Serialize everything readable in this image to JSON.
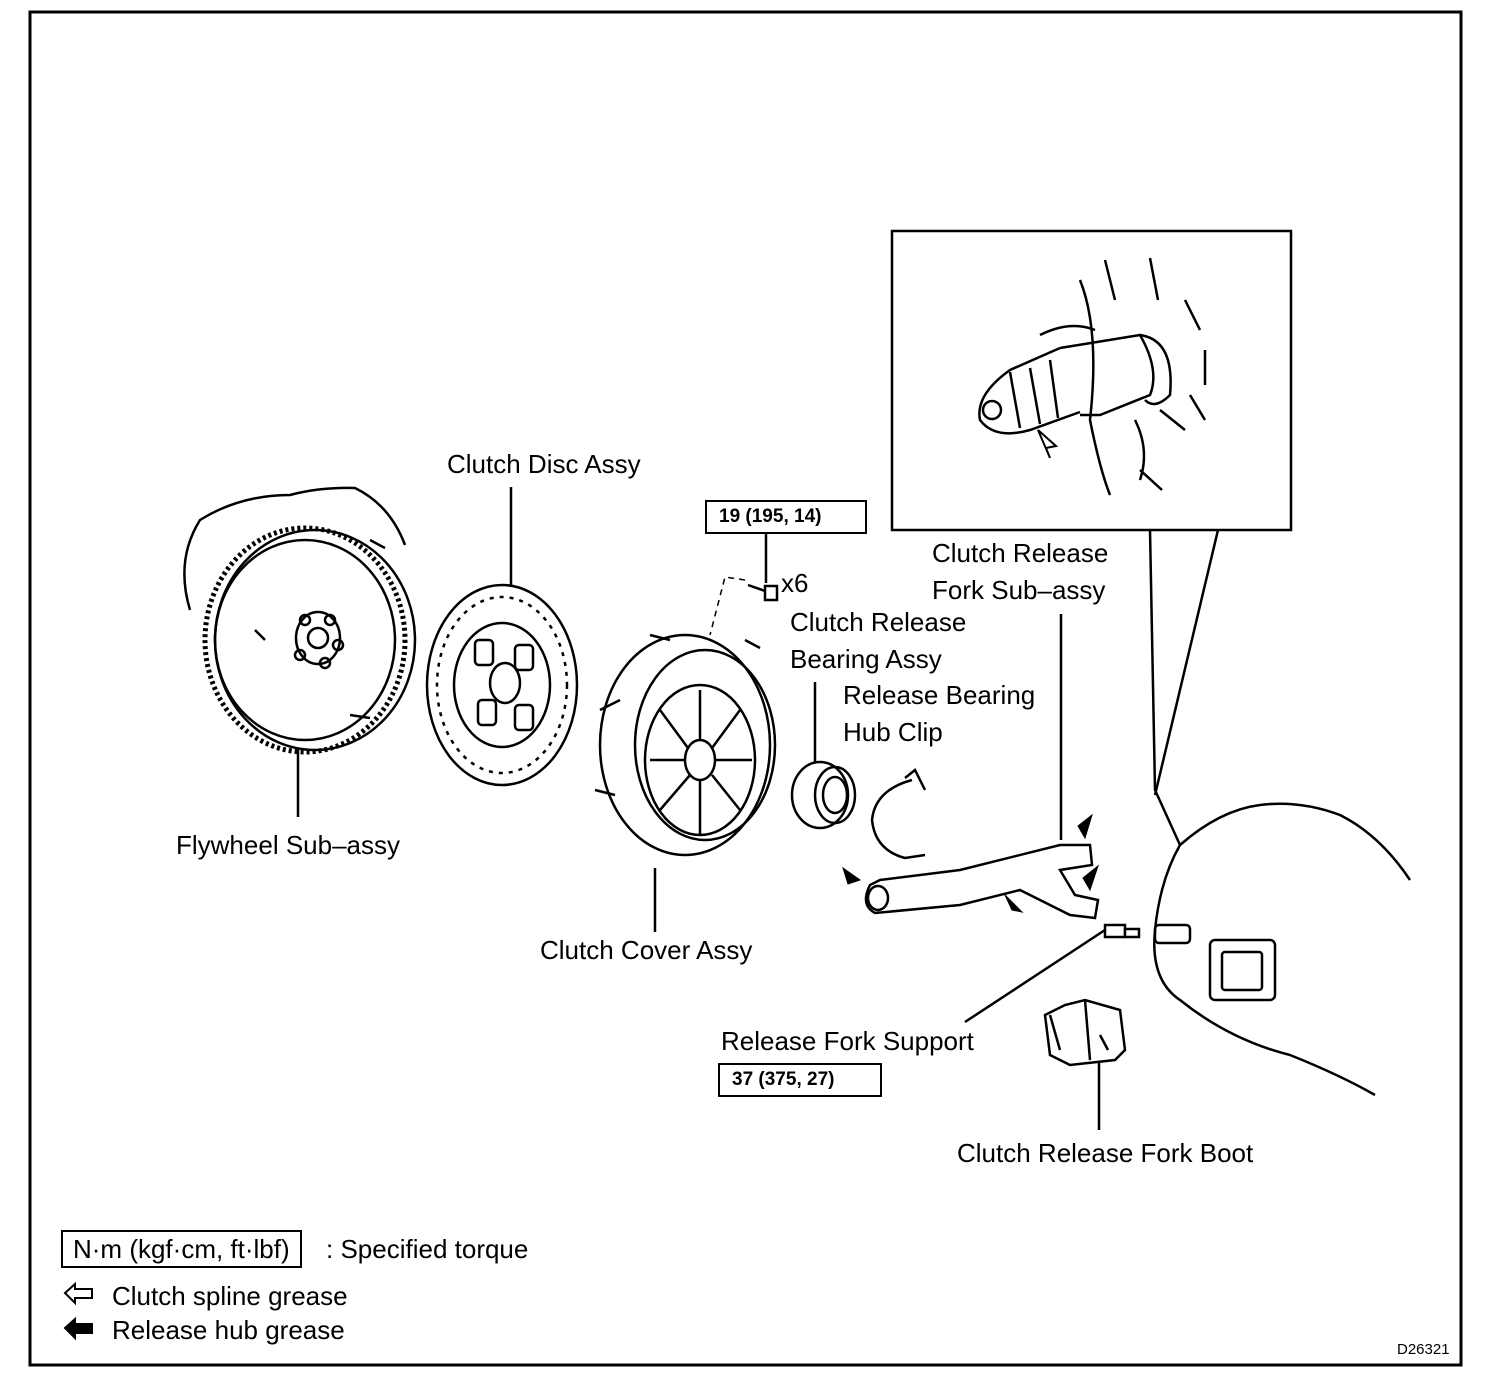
{
  "parts": {
    "clutch_disc": "Clutch Disc Assy",
    "flywheel": "Flywheel Sub–assy",
    "clutch_cover": "Clutch Cover Assy",
    "bolt_quantity": "x6",
    "fork_sub_assy_line1": "Clutch Release",
    "fork_sub_assy_line2": "Fork Sub–assy",
    "bearing_line1": "Clutch Release",
    "bearing_line2": "Bearing Assy",
    "hub_clip_line1": "Release Bearing",
    "hub_clip_line2": "Hub Clip",
    "fork_support": "Release Fork Support",
    "fork_boot": "Clutch Release Fork Boot"
  },
  "torque": {
    "cover_bolts": "19 (195, 14)",
    "fork_support": "37 (375, 27)"
  },
  "legend": {
    "torque_unit": "N·m (kgf·cm, ft·lbf)",
    "torque_desc": ": Specified torque",
    "spline_grease": "Clutch spline grease",
    "hub_grease": "Release hub grease"
  },
  "figure_id": "D26321"
}
